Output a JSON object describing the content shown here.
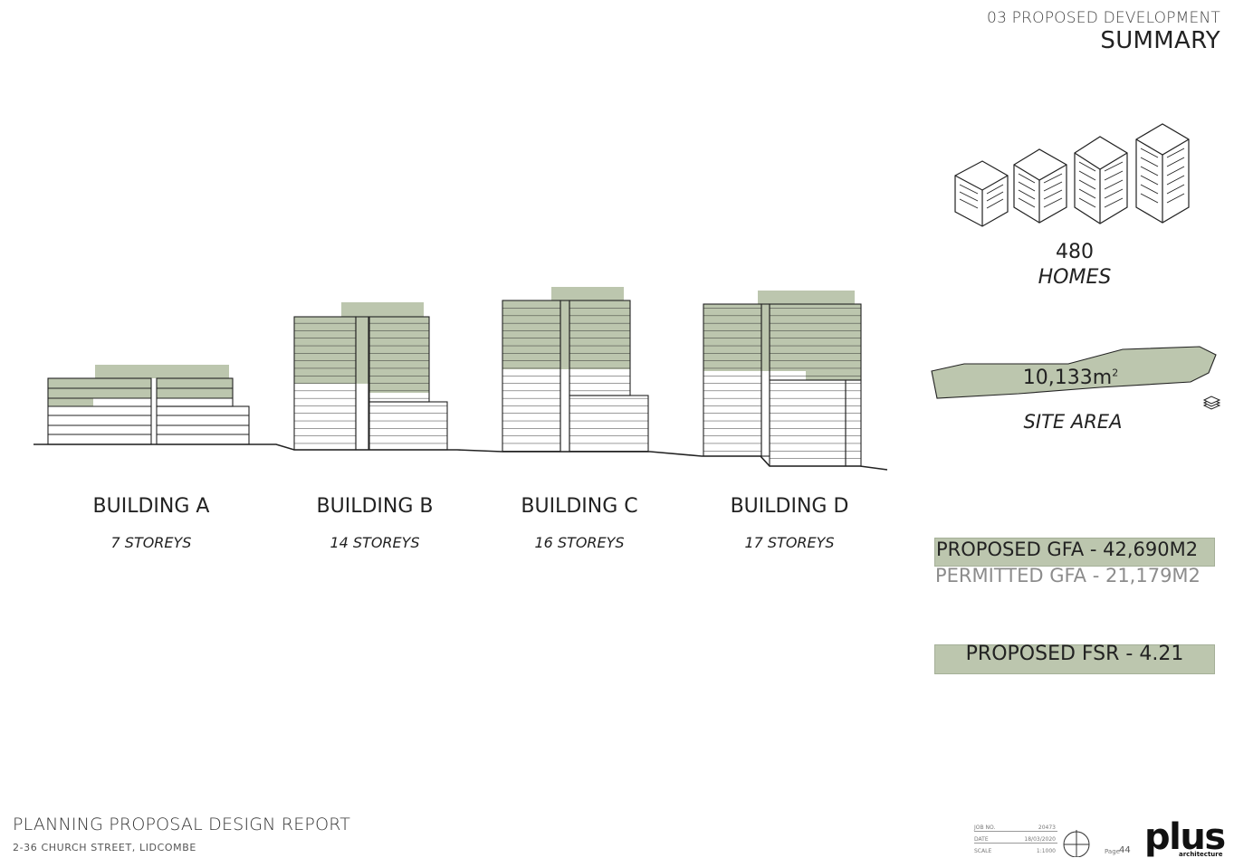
{
  "header": {
    "section": "03 PROPOSED DEVELOPMENT",
    "title": "SUMMARY"
  },
  "buildings": [
    {
      "name": "BUILDING A",
      "storeys": "7 STOREYS"
    },
    {
      "name": "BUILDING B",
      "storeys": "14 STOREYS"
    },
    {
      "name": "BUILDING C",
      "storeys": "16 STOREYS"
    },
    {
      "name": "BUILDING D",
      "storeys": "17 STOREYS"
    }
  ],
  "homes": {
    "count": "480",
    "label": "HOMES"
  },
  "site": {
    "area_value": "10,133m",
    "area_unit_sup": "2",
    "label": "SITE AREA"
  },
  "gfa": {
    "proposed": "PROPOSED GFA - 42,690M2",
    "permitted": "PERMITTED GFA - 21,179M2"
  },
  "fsr": {
    "proposed": "PROPOSED FSR - 4.21"
  },
  "footer": {
    "title": "PLANNING PROPOSAL DESIGN REPORT",
    "address": "2-36 CHURCH STREET, LIDCOMBE",
    "title_block": {
      "job_label": "JOB NO.",
      "job_value": "20473",
      "date_label": "DATE",
      "date_value": "18/03/2020",
      "scale_label": "SCALE",
      "scale_value": "1:1000"
    },
    "page_label": "Page",
    "page_number": "44",
    "logo": "plus",
    "logo_sub": "architecture"
  },
  "colors": {
    "accent": "#bcc6ae",
    "line": "#222222",
    "muted_text": "#8c8c8c"
  },
  "icons": [
    "buildings-icon",
    "stacked-layers-icon",
    "north-compass-icon"
  ]
}
